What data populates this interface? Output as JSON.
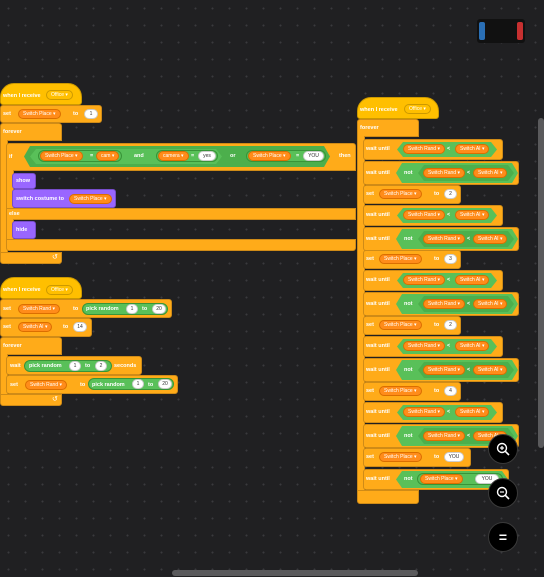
{
  "script1": {
    "hat_label": "when I receive",
    "hat_msg": "Office",
    "set_label": "set",
    "set_var": "Switch Place",
    "to_label": "to",
    "set_val": "1",
    "forever_label": "forever",
    "if_label": "if",
    "switch_place": "Switch Place",
    "eq": "=",
    "cam_label": "cam",
    "and_label": "and",
    "camera_label": "camera",
    "yes_label": "yes",
    "or_label": "or",
    "you_label": "YOU",
    "then_label": "then",
    "show_label": "show",
    "switch_costume_label": "switch costume to",
    "costume_val": "Switch Place",
    "else_label": "else",
    "hide_label": "hide"
  },
  "script2": {
    "hat_label": "when I receive",
    "hat_msg": "Office",
    "set_label": "set",
    "var_rand": "Switch Rand",
    "var_ai": "Switch AI",
    "to_label": "to",
    "pick_random": "pick random",
    "r_min": "1",
    "r_max": "20",
    "ai_val": "14",
    "forever_label": "forever",
    "wait_label": "wait",
    "w_min": "1",
    "w_max": "2",
    "seconds_label": "seconds",
    "r2_min": "1",
    "r2_max": "20"
  },
  "script3": {
    "hat_label": "when I receive",
    "hat_msg": "Office",
    "forever_label": "forever",
    "wait_until": "wait until",
    "not_label": "not",
    "set_label": "set",
    "to_label": "to",
    "lt": "<",
    "var_rand": "Switch Rand",
    "var_ai": "Switch AI",
    "var_place": "Switch Place",
    "val_2": "2",
    "val_3": "3",
    "val_4": "4",
    "val_you": "YOU"
  },
  "colors": {
    "background": "#202022",
    "events": "#ffbf00",
    "control_variables": "#ffab19",
    "operators": "#59c059",
    "looks": "#9966ff"
  },
  "zoom": {
    "zoom_in_icon": "zoom-in-icon",
    "zoom_out_icon": "zoom-out-icon",
    "reset_icon": "zoom-reset-icon",
    "reset_symbol": "="
  }
}
